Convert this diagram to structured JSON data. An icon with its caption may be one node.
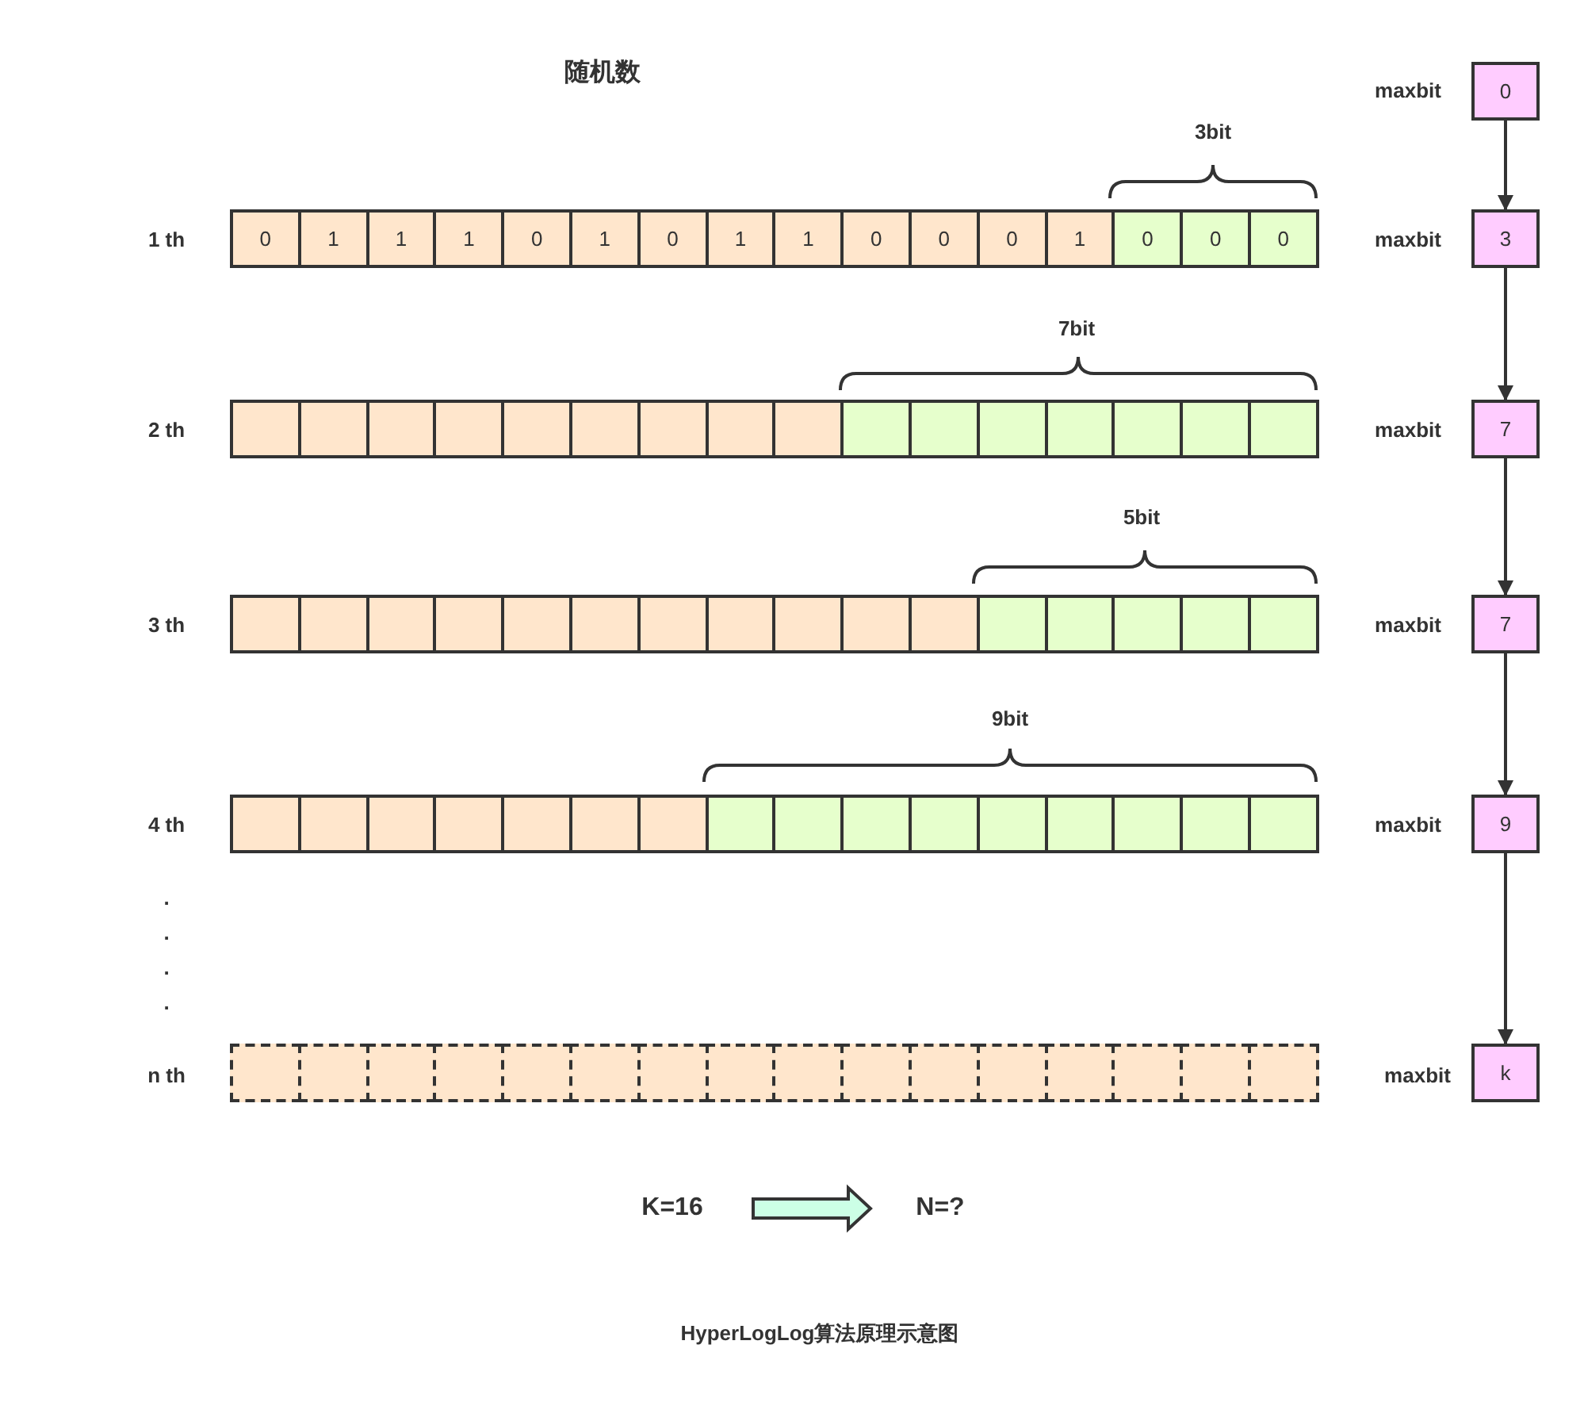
{
  "diagram": {
    "title": "随机数",
    "caption": "HyperLogLog算法原理示意图",
    "nodes": [
      {
        "text": [
          "0"
        ]
      },
      {
        "text": [
          "0"
        ]
      },
      {
        "text": [
          "1"
        ]
      },
      {
        "text": [
          "1"
        ]
      },
      {
        "text": [
          "1"
        ]
      },
      {
        "text": [
          "0"
        ]
      },
      {
        "text": [
          "1"
        ]
      },
      {
        "text": [
          "0"
        ]
      },
      {
        "text": [
          "1"
        ]
      },
      {
        "text": [
          "1"
        ]
      },
      {
        "text": [
          "0"
        ]
      },
      {
        "text": [
          "0"
        ]
      },
      {
        "text": [
          "0"
        ]
      },
      {
        "text": [
          "1"
        ]
      },
      {
        "text": [
          "0"
        ]
      },
      {
        "text": [
          "0"
        ]
      },
      {
        "text": [
          "0"
        ]
      },
      {
        "text": [
          "3"
        ]
      },
      {
        "text": [],
        "shape": "box"
      },
      {
        "text": [],
        "shape": "box"
      },
      {
        "text": [],
        "shape": "box"
      },
      {
        "text": [],
        "shape": "box"
      },
      {
        "text": [],
        "shape": "box"
      },
      {
        "text": [],
        "shape": "box"
      },
      {
        "text": [],
        "shape": "box"
      },
      {
        "text": [],
        "shape": "box"
      },
      {
        "text": [],
        "shape": "box"
      },
      {
        "text": [],
        "shape": "box"
      },
      {
        "text": [],
        "shape": "box"
      },
      {
        "text": [],
        "shape": "box"
      },
      {
        "text": [],
        "shape": "box"
      },
      {
        "text": [],
        "shape": "box"
      },
      {
        "text": [],
        "shape": "box"
      },
      {
        "text": [],
        "shape": "box"
      },
      {
        "text": [
          "7"
        ]
      },
      {
        "text": [],
        "shape": "box"
      },
      {
        "text": [],
        "shape": "box"
      },
      {
        "text": [],
        "shape": "box"
      },
      {
        "text": [],
        "shape": "box"
      },
      {
        "text": [],
        "shape": "box"
      },
      {
        "text": [],
        "shape": "box"
      },
      {
        "text": [],
        "shape": "box"
      },
      {
        "text": [],
        "shape": "box"
      },
      {
        "text": [],
        "shape": "box"
      },
      {
        "text": [],
        "shape": "box"
      },
      {
        "text": [],
        "shape": "box"
      },
      {
        "text": [],
        "shape": "box"
      },
      {
        "text": [],
        "shape": "box"
      },
      {
        "text": [],
        "shape": "box"
      },
      {
        "text": [],
        "shape": "box"
      },
      {
        "text": [],
        "shape": "box"
      },
      {
        "text": [
          "7"
        ]
      },
      {
        "text": [],
        "shape": "box"
      },
      {
        "text": [],
        "shape": "box"
      },
      {
        "text": [],
        "shape": "box"
      },
      {
        "text": [],
        "shape": "box"
      },
      {
        "text": [],
        "shape": "box"
      },
      {
        "text": [],
        "shape": "box"
      },
      {
        "text": [],
        "shape": "box"
      },
      {
        "text": [],
        "shape": "box"
      },
      {
        "text": [],
        "shape": "box"
      },
      {
        "text": [],
        "shape": "box"
      },
      {
        "text": [],
        "shape": "box"
      },
      {
        "text": [],
        "shape": "box"
      },
      {
        "text": [],
        "shape": "box"
      },
      {
        "text": [],
        "shape": "box"
      },
      {
        "text": [],
        "shape": "box"
      },
      {
        "text": [],
        "shape": "box"
      },
      {
        "text": [
          "9"
        ]
      },
      {
        "text": [],
        "shape": "box"
      },
      {
        "text": [],
        "shape": "box"
      },
      {
        "text": [],
        "shape": "box"
      },
      {
        "text": [],
        "shape": "box"
      },
      {
        "text": [],
        "shape": "box"
      },
      {
        "text": [],
        "shape": "box"
      },
      {
        "text": [],
        "shape": "box"
      },
      {
        "text": [],
        "shape": "box"
      },
      {
        "text": [],
        "shape": "box"
      },
      {
        "text": [],
        "shape": "box"
      },
      {
        "text": [],
        "shape": "box"
      },
      {
        "text": [],
        "shape": "box"
      },
      {
        "text": [],
        "shape": "box"
      },
      {
        "text": [],
        "shape": "box"
      },
      {
        "text": [],
        "shape": "box"
      },
      {
        "text": [],
        "shape": "box"
      },
      {
        "text": [
          "k"
        ]
      },
      {
        "text": [
          "K=16"
        ]
      },
      {
        "text": [
          "N=?"
        ]
      }
    ],
    "edges": [
      {
        "from": 0,
        "to": 17,
        "arrow": "to"
      },
      {
        "from": 17,
        "to": 34,
        "arrow": "to"
      },
      {
        "from": 34,
        "to": 51,
        "arrow": "to"
      },
      {
        "from": 51,
        "to": 68,
        "arrow": "to"
      },
      {
        "from": 68,
        "to": 85,
        "arrow": "to"
      },
      {
        "from": 86,
        "to": 87,
        "arrow": "to"
      }
    ],
    "labels": [
      "maxbit",
      "3bit",
      "1 th",
      "maxbit",
      "7bit",
      "2 th",
      "maxbit",
      "5bit",
      "3 th",
      "maxbit",
      "9bit",
      "4 th",
      "maxbit",
      ".",
      ".",
      ".",
      ".",
      "n th",
      "maxbit"
    ]
  }
}
